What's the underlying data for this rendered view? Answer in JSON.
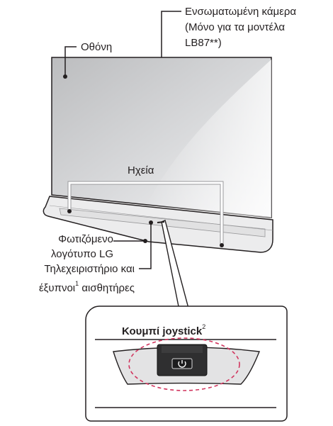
{
  "labels": {
    "camera_line1": "Ενσωματωμένη κάμερα",
    "camera_line2": "(Μόνο για τα μοντέλα",
    "camera_line3": "LB87**)",
    "screen": "Οθόνη",
    "speakers": "Ηχεία",
    "logo_line1": "Φωτιζόμενο",
    "logo_line2": "λογότυπο LG",
    "remote_line1": "Τηλεχειριστήριο και",
    "remote_line2_a": "έξυπνοι",
    "remote_line2_sup": "1",
    "remote_line2_b": " αισθητήρες",
    "joystick_title": "Κουμπί joystick",
    "joystick_sup": "2"
  },
  "colors": {
    "line": "#231f20",
    "screen_top": "#bfc0c2",
    "screen_bottom": "#f2f2f3",
    "stand": "#e9e9ea",
    "dashed": "#d1365f"
  },
  "icons": {
    "power": "power-icon"
  }
}
